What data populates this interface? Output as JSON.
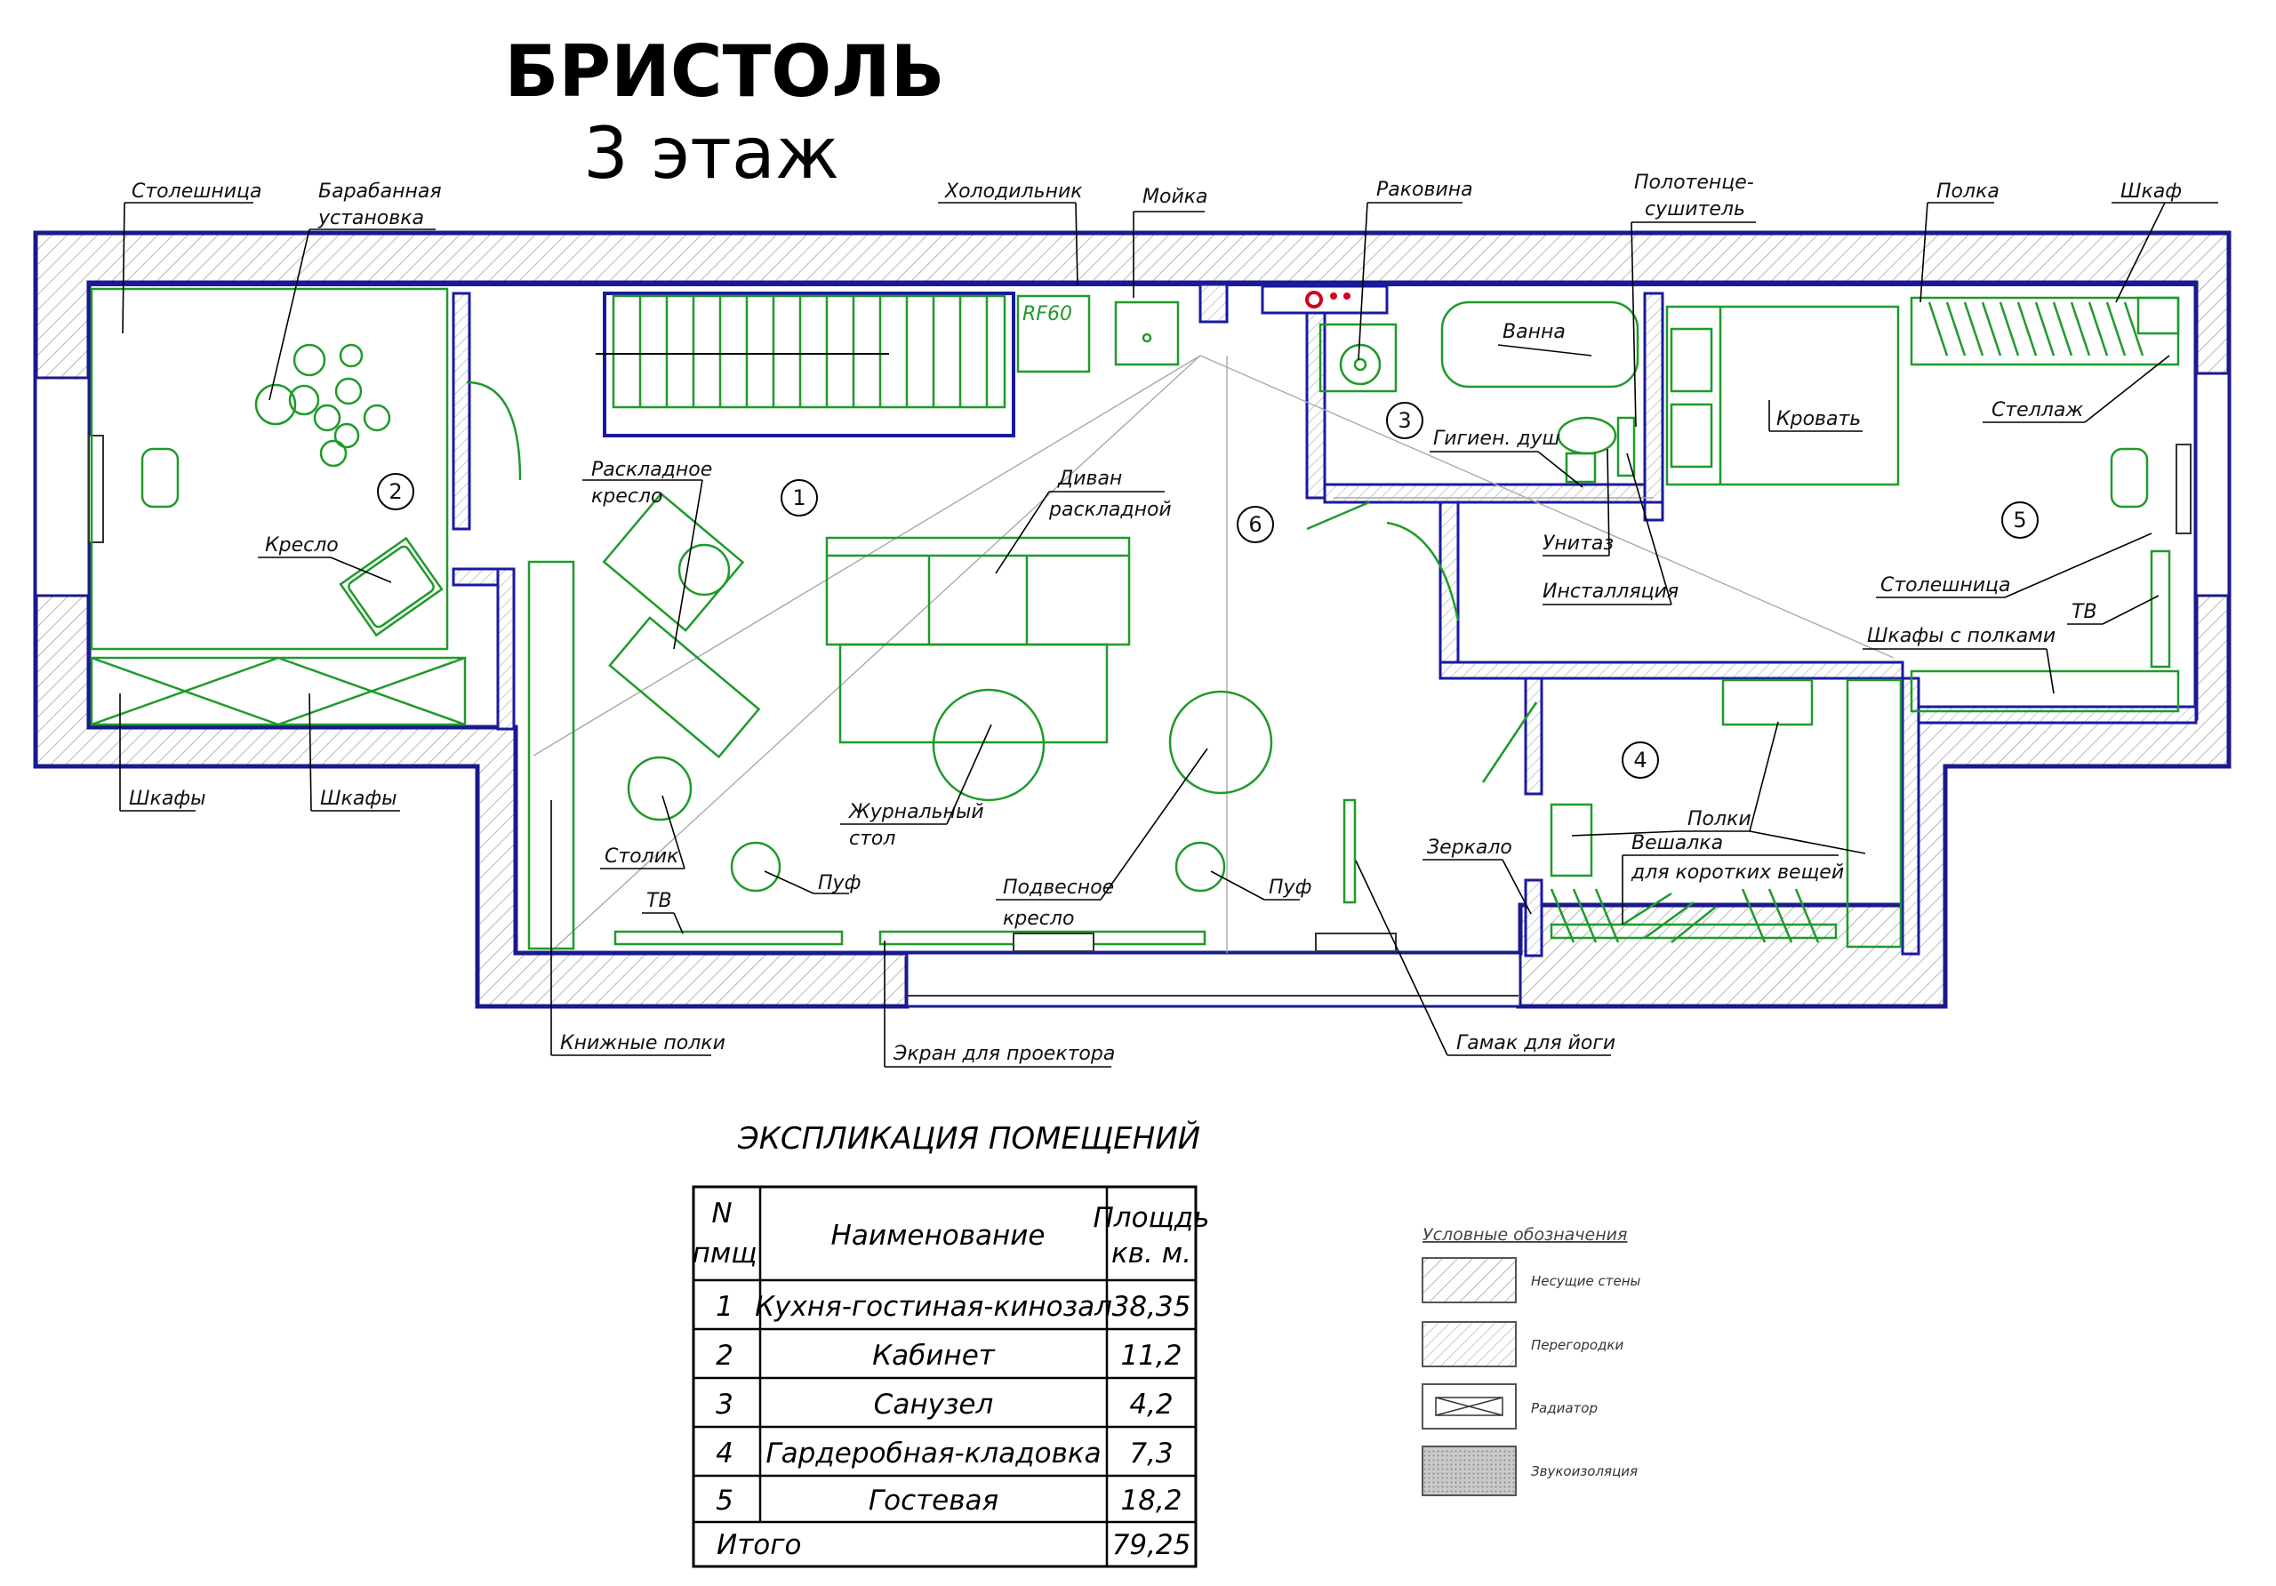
{
  "title": {
    "line1": "БРИСТОЛЬ",
    "line2": "3 этаж"
  },
  "room_numbers": [
    "1",
    "2",
    "3",
    "4",
    "5",
    "6"
  ],
  "labels": {
    "stoleshnitsa_1": "Столешница",
    "drum_1": "Барабанная",
    "drum_2": "установка",
    "fridge": "Холодильник",
    "sink_kitchen": "Мойка",
    "rakovina": "Раковина",
    "towel_1": "Полотенце-",
    "towel_2": "сушитель",
    "polka": "Полка",
    "shkaf": "Шкаф",
    "rf60": "RF60",
    "vanna": "Ванна",
    "krovat": "Кровать",
    "stellazh": "Стеллаж",
    "raskl_1": "Раскладное",
    "raskl_2": "кресло",
    "divan_1": "Диван",
    "divan_2": "раскладной",
    "gigien": "Гигиен. душ",
    "kreslo": "Кресло",
    "unitaz": "Унитаз",
    "install": "Инсталляция",
    "stoleshnitsa_2": "Столешница",
    "tv_right": "ТВ",
    "shkafy_polki": "Шкафы с полками",
    "zhurn_1": "Журнальный",
    "zhurn_2": "стол",
    "stolik": "Столик",
    "puf_1": "Пуф",
    "puf_2": "Пуф",
    "polki": "Полки",
    "veshalka": "Вешалка",
    "veshalka_2": "для коротких вещей",
    "zerkalo": "Зеркало",
    "podves_1": "Подвесное",
    "podves_2": "кресло",
    "tv_left": "ТВ",
    "shkafy_1": "Шкафы",
    "shkafy_2": "Шкафы",
    "knizhnye": "Книжные полки",
    "ekran": "Экран для проектора",
    "gamak": "Гамак для йоги"
  },
  "explication": {
    "heading": "ЭКСПЛИКАЦИЯ ПОМЕЩЕНИЙ",
    "col_n_1": "N",
    "col_n_2": "пмщ",
    "col_name": "Наименование",
    "col_area_1": "Площдь",
    "col_area_2": "кв. м.",
    "rows": [
      {
        "n": "1",
        "name": "Кухня-гостиная-кинозал",
        "area": "38,35"
      },
      {
        "n": "2",
        "name": "Кабинет",
        "area": "11,2"
      },
      {
        "n": "3",
        "name": "Санузел",
        "area": "4,2"
      },
      {
        "n": "4",
        "name": "Гардеробная-кладовка",
        "area": "7,3"
      },
      {
        "n": "5",
        "name": "Гостевая",
        "area": "18,2"
      }
    ],
    "total_label": "Итого",
    "total_area": "79,25"
  },
  "legend": {
    "heading": "Условные обозначения",
    "items": [
      "Несущие стены",
      "Перегородки",
      "Радиатор",
      "Звукоизоляция"
    ]
  },
  "colors": {
    "walls": "#1a1a8c",
    "furniture": "#1f9a2a",
    "accent_red": "#d0021b"
  }
}
